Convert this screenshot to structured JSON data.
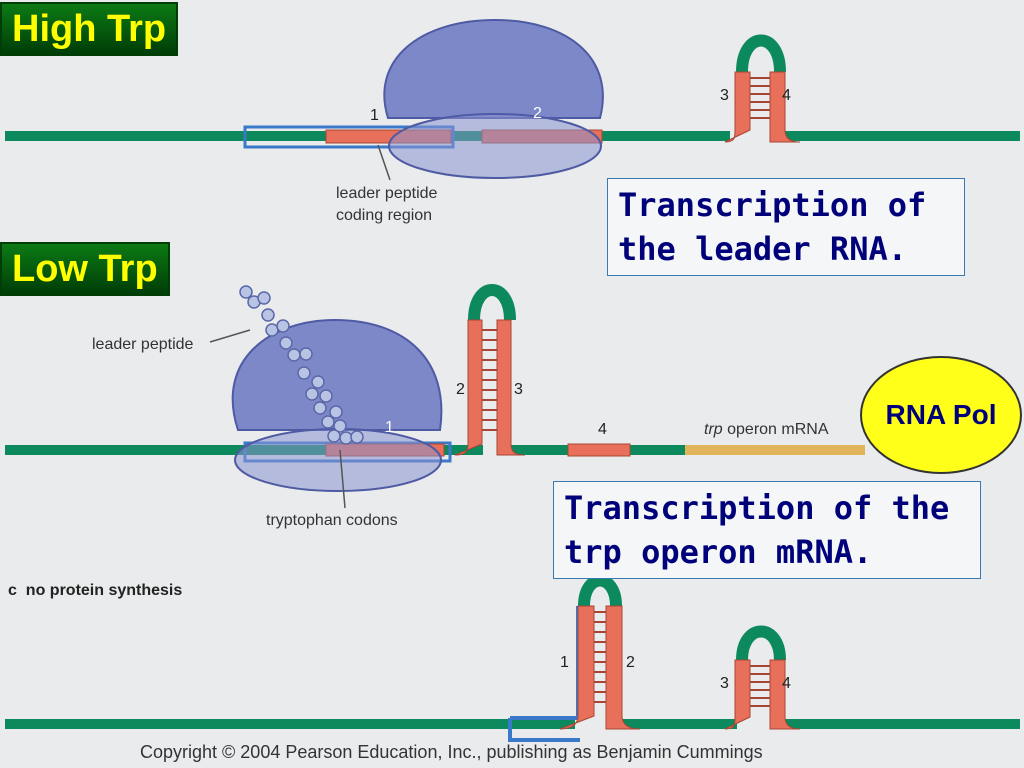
{
  "tags": {
    "high": "High Trp",
    "low": "Low Trp"
  },
  "notes": {
    "leader": "Transcription of\nthe leader RNA.",
    "operon": "Transcription of the\ntrp operon mRNA."
  },
  "rna_pol": "RNA Pol",
  "labels": {
    "leader_coding_1": "leader peptide",
    "leader_coding_2": "coding region",
    "leader_peptide": "leader peptide",
    "tryptophan_codons": "tryptophan codons",
    "trp_italic": "trp",
    "operon_mrna": " operon mRNA",
    "part_c_letter": "c",
    "part_c_text": "no protein synthesis"
  },
  "numbers": {
    "a1": "1",
    "a2": "2",
    "a3": "3",
    "a4": "4",
    "b1": "1",
    "b2": "2",
    "b3": "3",
    "b4": "4",
    "c1": "1",
    "c2": "2",
    "c3": "3",
    "c4": "4"
  },
  "copyright": "Copyright © 2004 Pearson Education, Inc., publishing as Benjamin Cummings",
  "colors": {
    "rna": "#0c8a5e",
    "segment": "#e8705a",
    "ribosome": "#7d88c9",
    "blue_outline": "#3a79c9",
    "operon": "#e2b45a",
    "tag_text": "#ffff00",
    "note_text": "#00007a"
  }
}
